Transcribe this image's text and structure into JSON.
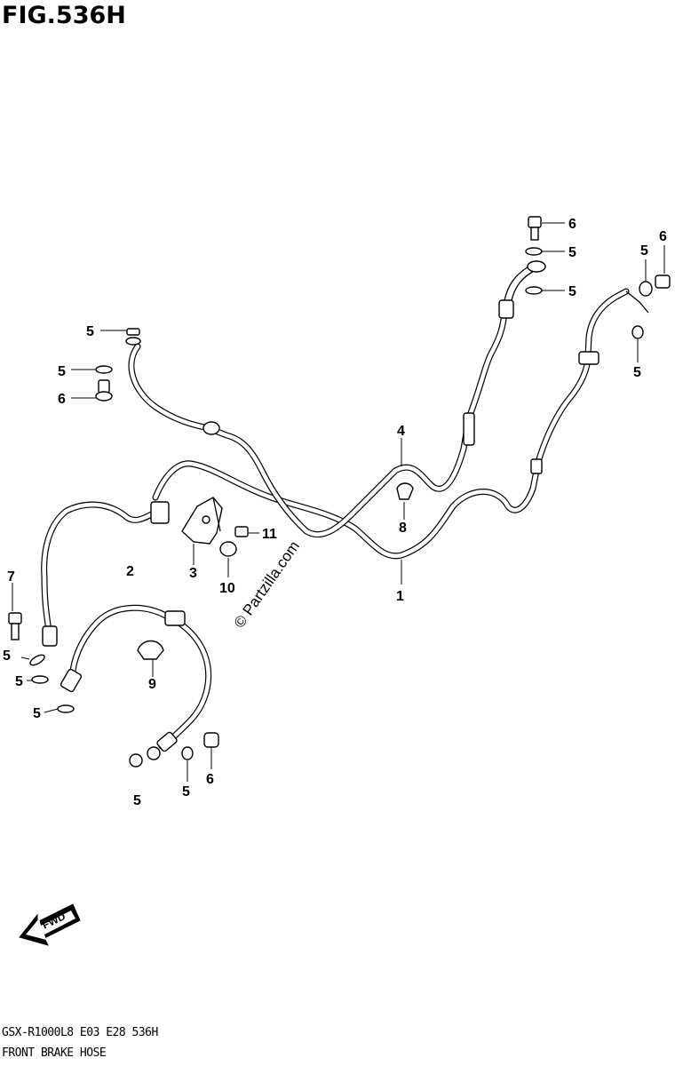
{
  "figure": {
    "title": "FIG.536H"
  },
  "footer": {
    "code": "GSX-R1000L8 E03 E28 536H",
    "caption": "FRONT BRAKE HOSE"
  },
  "watermark": {
    "text": "© Partzilla.com"
  },
  "fwd_arrow": {
    "text": "FWD"
  },
  "callouts": {
    "c1": "1",
    "c2": "2",
    "c3": "3",
    "c4": "4",
    "c5_tl1": "5",
    "c5_tl2": "5",
    "c5_tr1": "5",
    "c5_tr2": "5",
    "c5_r1": "5",
    "c5_r2": "5",
    "c5_l1": "5",
    "c5_l2": "5",
    "c5_l3": "5",
    "c5_b1": "5",
    "c5_b2": "5",
    "c6_tl": "6",
    "c6_tr1": "6",
    "c6_tr2": "6",
    "c6_b": "6",
    "c7": "7",
    "c8": "8",
    "c9": "9",
    "c10": "10",
    "c11": "11"
  }
}
